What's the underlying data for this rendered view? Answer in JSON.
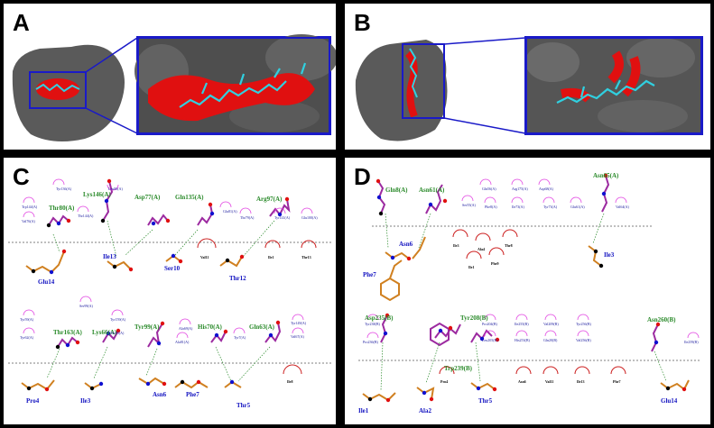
{
  "panels": {
    "A": "A",
    "B": "B",
    "C": "C",
    "D": "D"
  },
  "panel_c": {
    "top": {
      "green": [
        "Lys146(A)",
        "Asp77(A)",
        "Gln135(A)",
        "Arg97(A)",
        "Thr80(A)"
      ],
      "blue": [
        "Glu14",
        "Ile13",
        "Ser10",
        "Thr12"
      ],
      "hydro": [
        "Val11",
        "Ile1",
        "Thr13"
      ],
      "hydro_mol": [
        "Tyr136(A)",
        "Leu80(A)",
        "Glu81(A)",
        "Thr79(A)",
        "Tyr141(A)",
        "Glu100(A)",
        "Trp144(A)",
        "Val76(A)",
        "Thr144(A)"
      ]
    },
    "bottom": {
      "green": [
        "Thr163(A)",
        "Lys66(A)",
        "Tyr99(A)",
        "His70(A)",
        "Gln63(A)"
      ],
      "blue": [
        "Pro4",
        "Ile3",
        "Asn6",
        "Phe7",
        "Thr5"
      ],
      "hydro": [
        "Ile8"
      ],
      "hydro_mol": [
        "Tyr59(A)",
        "Tyr62(A)",
        "Ser99(A)",
        "Tyr159(A)",
        "Ala69(A)",
        "Ala81(A)",
        "Thr73(A)",
        "Val67(A)",
        "Tyr7(A)",
        "Tyr149(A)"
      ]
    }
  },
  "panel_d": {
    "top": {
      "green": [
        "Gln8(A)",
        "Asn61(A)",
        "Asn65(A)"
      ],
      "blue": [
        "Asn6",
        "Phe7",
        "Ile3"
      ],
      "hydro": [
        "Ile3",
        "Ala4",
        "Thr8",
        "Ile1",
        "Phe9"
      ],
      "hydro_mol": [
        "Gln56(A)",
        "Arg175(A)",
        "Asp68(A)",
        "Ser55(A)",
        "Phe8(A)",
        "Ile73(A)",
        "Tyr73(A)",
        "Glu61(A)",
        "Val64(A)"
      ]
    },
    "bottom": {
      "green": [
        "Asp235(B)",
        "Tyr208(B)",
        "Trp239(B)",
        "Asn260(B)"
      ],
      "blue": [
        "Ile1",
        "Ala2",
        "Thr5",
        "Glu14"
      ],
      "hydro": [
        "Pro4",
        "Asn6",
        "Val11",
        "Ile13",
        "Phe7"
      ],
      "hydro_mol": [
        "Tyr238(B)",
        "Pro236(B)",
        "Pro204(B)",
        "Leu205(B)",
        "Ile255(B)",
        "His253(B)",
        "Val209(B)",
        "Gln20(B)",
        "Tyr256(B)",
        "Val256(B)",
        "Ile259(B)"
      ]
    }
  }
}
